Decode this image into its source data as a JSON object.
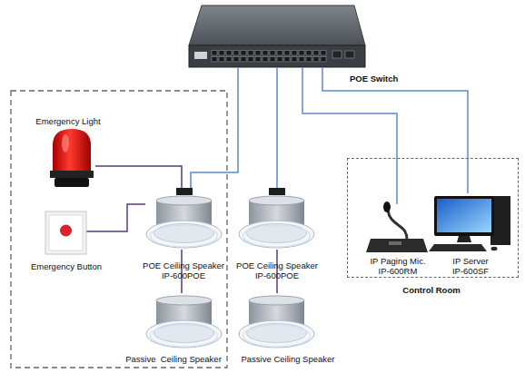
{
  "diagram": {
    "nodes": [
      {
        "text": [
          "POE Switch"
        ]
      },
      {
        "text": [
          "Emergency Light"
        ]
      },
      {
        "text": [
          "Emergency Button"
        ]
      },
      {
        "text": [
          "POE Ceiling Speaker",
          "IP-600POE"
        ]
      },
      {
        "text": [
          "POE Ceiling Speaker",
          "IP-600POE"
        ]
      },
      {
        "text": [
          "Passive  Ceiling Speaker"
        ]
      },
      {
        "text": [
          "Passive Ceiling Speaker"
        ]
      },
      {
        "text": [
          "Control Room"
        ]
      },
      {
        "text": [
          "IP Paging Mic.",
          "IP-600RM"
        ],
        "in": 7
      },
      {
        "text": [
          "IP Server",
          "IP-600SF"
        ],
        "in": 7
      }
    ],
    "edges": [
      {
        "from": 0,
        "to": 3,
        "arrow": "none"
      },
      {
        "from": 0,
        "to": 4,
        "arrow": "none"
      },
      {
        "from": 0,
        "to": 8,
        "arrow": "none"
      },
      {
        "from": 0,
        "to": 9,
        "arrow": "none"
      },
      {
        "from": 1,
        "to": 3,
        "arrow": "none"
      },
      {
        "from": 2,
        "to": 3,
        "arrow": "none"
      },
      {
        "from": 3,
        "to": 5,
        "arrow": "none"
      },
      {
        "from": 4,
        "to": 6,
        "arrow": "none"
      }
    ]
  }
}
